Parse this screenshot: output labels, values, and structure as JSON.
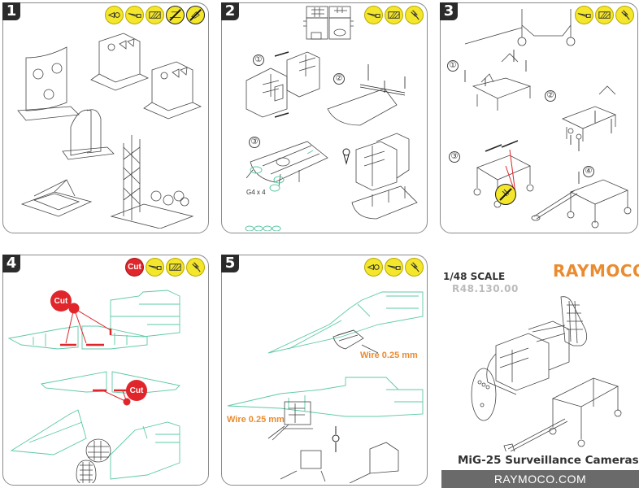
{
  "document": {
    "title": "MiG-25 Surveillance Cameras",
    "scale": "1/48 SCALE",
    "product_code": "R48.130.00",
    "brand": "RAYMOCO",
    "website": "RAYMOCO.COM"
  },
  "colors": {
    "tool_yellow": "#f4e62a",
    "cut_red": "#e0262b",
    "brand_orange": "#ea8b2f",
    "outline_green": "#5cc9a7",
    "footer_gray": "#6a6a6a"
  },
  "steps": [
    {
      "number": "1",
      "tools": [
        "cutter-icon",
        "knife-icon",
        "sanding-icon",
        "no-glue-icon",
        "no-paint-icon"
      ]
    },
    {
      "number": "2",
      "tools": [
        "knife-icon",
        "sanding-icon",
        "glue-brush-icon"
      ],
      "substeps": [
        "①",
        "②",
        "③"
      ],
      "note": "G4 x 4"
    },
    {
      "number": "3",
      "tools": [
        "knife-icon",
        "sanding-icon",
        "glue-brush-icon"
      ],
      "substeps": [
        "①",
        "②",
        "③",
        "④"
      ]
    },
    {
      "number": "4",
      "tools_cut_label": "Cut",
      "tools": [
        "knife-icon",
        "sanding-icon",
        "glue-brush-icon"
      ],
      "callouts": [
        "Cut",
        "Cut"
      ]
    },
    {
      "number": "5",
      "tools": [
        "cutter-icon",
        "knife-icon",
        "glue-brush-icon"
      ],
      "wire_labels": [
        "Wire  0.25 mm",
        "Wire  0.25 mm"
      ]
    }
  ]
}
